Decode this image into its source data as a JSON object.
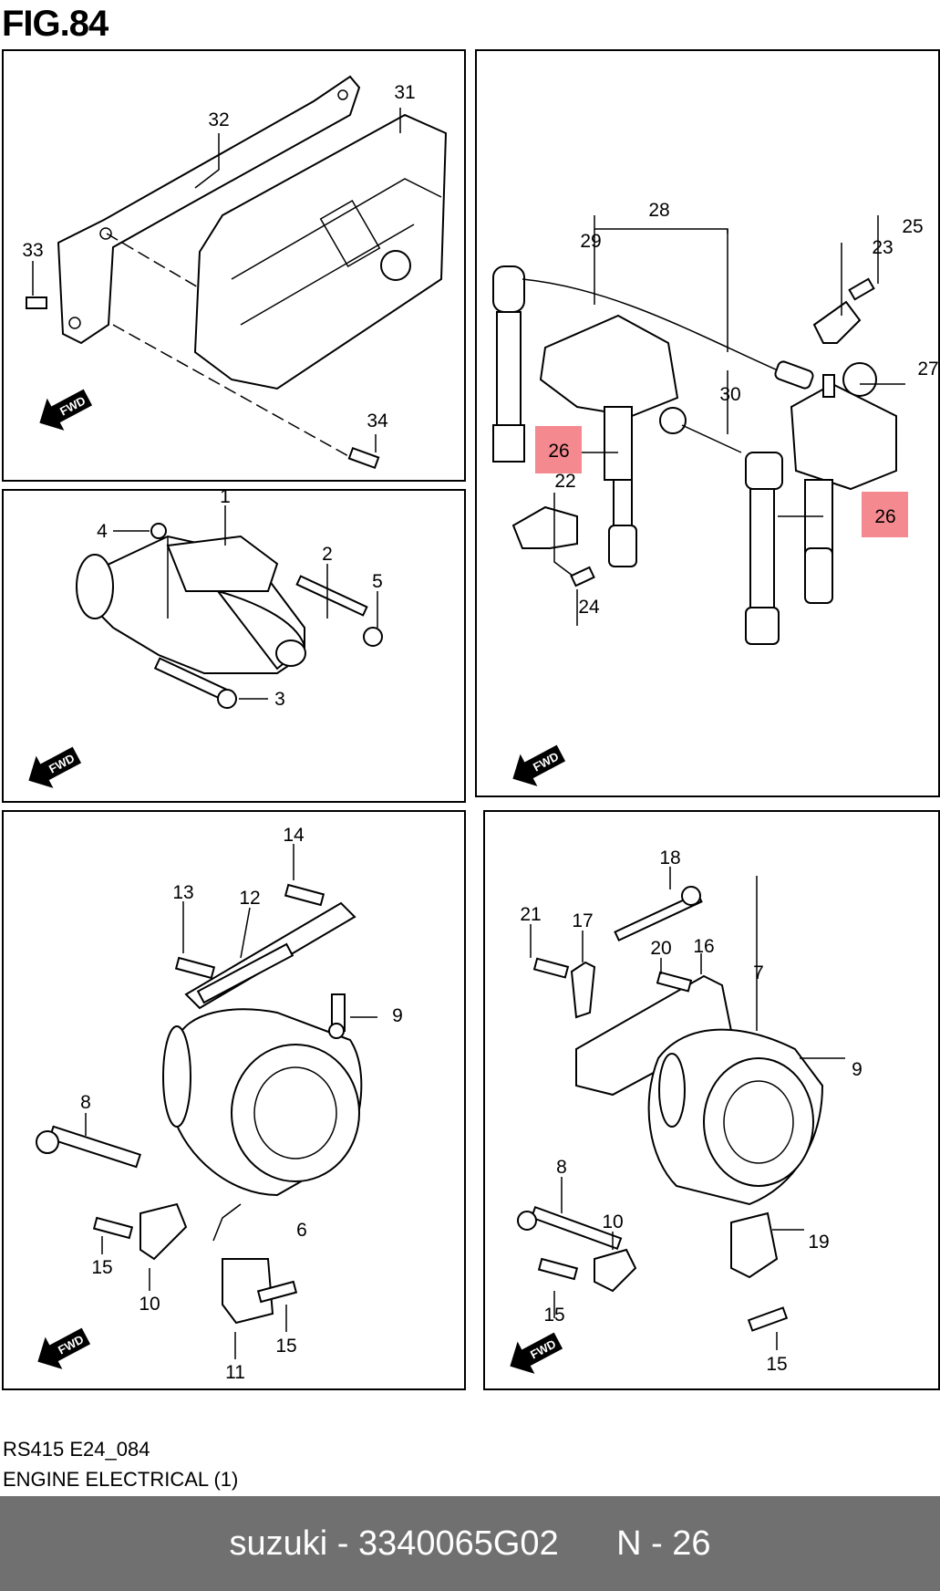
{
  "figure_title": "FIG.84",
  "fwd_label": "FWD",
  "panels": {
    "ecu": {
      "callouts": [
        "31",
        "32",
        "33",
        "34"
      ]
    },
    "ignition": {
      "callouts": [
        "28",
        "29",
        "25",
        "23",
        "27",
        "30",
        "26",
        "26",
        "22",
        "24"
      ],
      "highlighted": [
        "26"
      ],
      "highlight_color": "#f4898f"
    },
    "starter": {
      "callouts": [
        "1",
        "4",
        "2",
        "5",
        "3"
      ]
    },
    "alternator_a": {
      "callouts": [
        "14",
        "13",
        "12",
        "9",
        "8",
        "6",
        "15",
        "10",
        "15",
        "11"
      ]
    },
    "alternator_b": {
      "callouts": [
        "18",
        "21",
        "17",
        "20",
        "16",
        "7",
        "9",
        "8",
        "10",
        "19",
        "15",
        "15"
      ]
    }
  },
  "footer": {
    "model_code": "RS415 E24_084",
    "section_name": "ENGINE ELECTRICAL (1)"
  },
  "bottom_bar": {
    "brand": "suzuki",
    "separator": " - ",
    "part_number": "3340065G02",
    "page_ref": "N - 26",
    "background": "#707070"
  }
}
